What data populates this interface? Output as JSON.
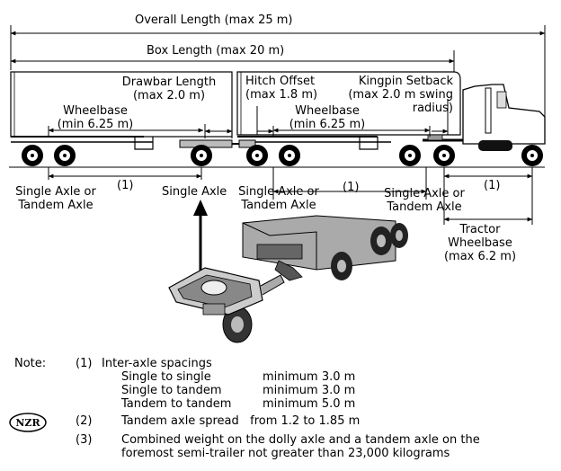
{
  "dimensions": {
    "overall_length": "Overall Length (max 25 m)",
    "box_length": "Box Length (max 20 m)",
    "drawbar_length_1": "Drawbar Length",
    "drawbar_length_2": "(max 2.0 m)",
    "hitch_offset_1": "Hitch Offset",
    "hitch_offset_2": "(max 1.8 m)",
    "kingpin_1": "Kingpin Setback",
    "kingpin_2": "(max 2.0 m swing",
    "kingpin_3": "radius)",
    "wheelbase_left_1": "Wheelbase",
    "wheelbase_left_2": "(min 6.25 m)",
    "wheelbase_right_1": "Wheelbase",
    "wheelbase_right_2": "(min 6.25 m)",
    "tractor_wb_1": "Tractor",
    "tractor_wb_2": "Wheelbase",
    "tractor_wb_3": "(max 6.2 m)"
  },
  "axles": {
    "single_or_tandem_1a": "Single Axle or",
    "single_or_tandem_1b": "Tandem Axle",
    "single_axle": "Single Axle",
    "single_or_tandem_2a": "Single Axle or",
    "single_or_tandem_2b": "Tandem Axle",
    "single_or_tandem_3a": "Single Axle or",
    "single_or_tandem_3b": "Tandem Axle",
    "marker_1": "(1)",
    "marker_2": "(1)",
    "marker_3": "(1)"
  },
  "notes": {
    "note_label": "Note:",
    "n1_num": "(1)",
    "n1_title": "Inter-axle spacings",
    "n1_rows": [
      {
        "type": "Single to single",
        "value": "minimum 3.0 m"
      },
      {
        "type": "Single to tandem",
        "value": "minimum 3.0 m"
      },
      {
        "type": "Tandem to tandem",
        "value": "minimum 5.0 m"
      }
    ],
    "n2_num": "(2)",
    "n2_text": "Tandem axle spread   from 1.2 to 1.85 m",
    "n3_num": "(3)",
    "n3_line1": "Combined weight on the dolly axle and a tandem axle on the",
    "n3_line2": "foremost semi-trailer not greater than 23,000 kilograms"
  },
  "logo": {
    "text": "NZR"
  }
}
